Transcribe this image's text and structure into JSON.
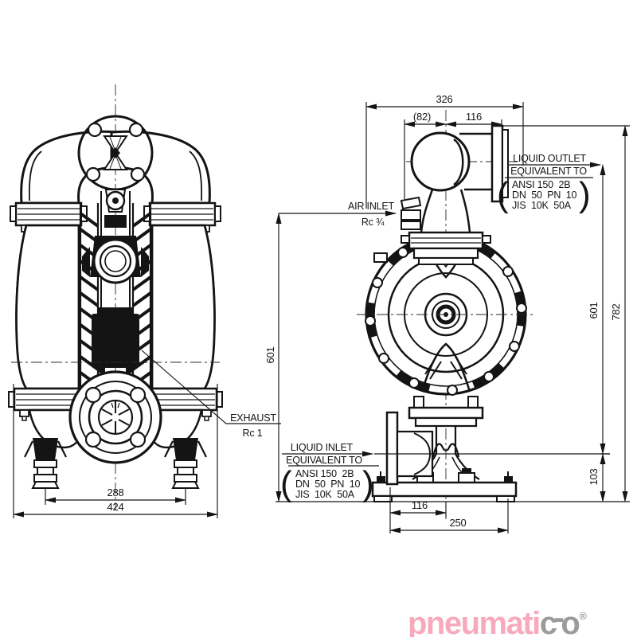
{
  "front_view": {
    "dim_feet_spacing": "288",
    "dim_overall_width": "424",
    "exhaust_label": "EXHAUST",
    "exhaust_port": "Rc 1"
  },
  "side_view": {
    "dim_width_overall": "326",
    "dim_width_left": "(82)",
    "dim_width_right": "116",
    "dim_air_inlet_height": "601",
    "dim_outlet_height": "601",
    "dim_overall_height": "782",
    "dim_inlet_height": "103",
    "dim_base_front": "116",
    "dim_base_depth": "250",
    "air_inlet_label": "AIR INLET",
    "air_inlet_port": "Rc ¾",
    "liquid_outlet_label": "LIQUID OUTLET",
    "liquid_inlet_label": "LIQUID INLET",
    "equivalent_label": "EQUIVALENT TO",
    "flange_spec_1": "ANSI 150  2B",
    "flange_spec_2": "DN  50  PN  10",
    "flange_spec_3": "JIS  10K  50A",
    "paren_open": "(",
    "paren_close": ")"
  },
  "branding": {
    "logo_pink": "pneumati",
    "logo_c": "c",
    "logo_dash": "-",
    "logo_o": "o",
    "registered": "®",
    "pink_color": "#f8a9bb",
    "gray_color": "#9b9b9b"
  }
}
